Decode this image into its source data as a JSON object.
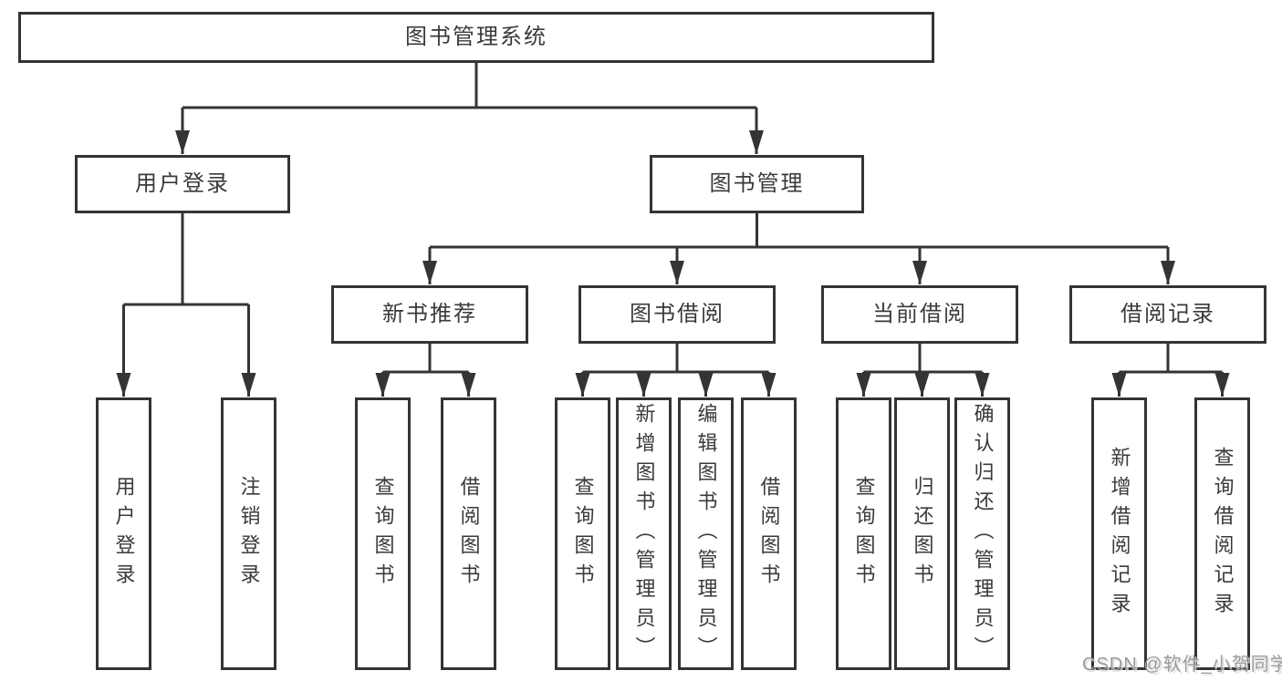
{
  "diagram": {
    "title": "图书管理系统",
    "children": [
      {
        "label": "用户登录",
        "children": [
          {
            "label": "用户登录"
          },
          {
            "label": "注销登录"
          }
        ]
      },
      {
        "label": "图书管理",
        "children": [
          {
            "label": "新书推荐",
            "children": [
              {
                "label": "查询图书"
              },
              {
                "label": "借阅图书"
              }
            ]
          },
          {
            "label": "图书借阅",
            "children": [
              {
                "label": "查询图书"
              },
              {
                "label": "新增图书（管理员）"
              },
              {
                "label": "编辑图书（管理员）"
              },
              {
                "label": "借阅图书"
              }
            ]
          },
          {
            "label": "当前借阅",
            "children": [
              {
                "label": "查询图书"
              },
              {
                "label": "归还图书"
              },
              {
                "label": "确认归还（管理员）"
              }
            ]
          },
          {
            "label": "借阅记录",
            "children": [
              {
                "label": "新增借阅记录"
              },
              {
                "label": "查询借阅记录"
              }
            ]
          }
        ]
      }
    ]
  },
  "watermark": "CSDN @软件_小贺同学",
  "colors": {
    "line": "#343434",
    "text": "#3a3a3a",
    "box_background": "#ffffff",
    "watermark": "#9b9b9b"
  }
}
